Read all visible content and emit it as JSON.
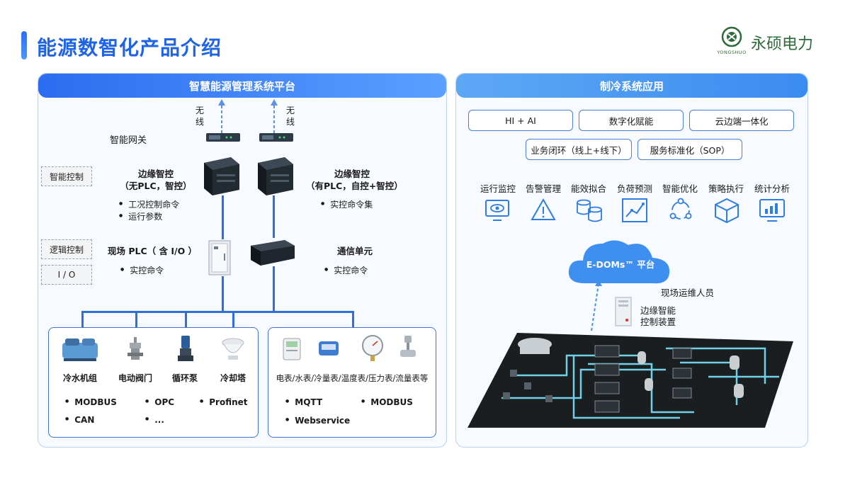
{
  "header": {
    "title": "能源数智化产品介绍",
    "brand_name": "永硕电力",
    "brand_logo_text": "YONGSHUO",
    "accent_color": "#1f63e6",
    "brand_color": "#2f6b3a"
  },
  "left_panel": {
    "title": "智慧能源管理系统平台",
    "wireless_1": "无线",
    "wireless_2": "无线",
    "gateway_label": "智能网关",
    "layer_labels": {
      "smart_control": "智能控制",
      "logic_control": "逻辑控制",
      "io": "I / O"
    },
    "edge_left": {
      "title": "边缘智控",
      "subtitle": "（无PLC，智控）",
      "bullets": [
        "工况控制命令",
        "运行参数"
      ]
    },
    "edge_right": {
      "title": "边缘智控",
      "subtitle": "（有PLC，自控+智控）",
      "bullets": [
        "实控命令集"
      ]
    },
    "plc": {
      "title": "现场 PLC（ 含 I/O ）",
      "bullets": [
        "实控命令"
      ]
    },
    "comm_unit": {
      "title": "通信单元",
      "bullets": [
        "实控命令"
      ]
    },
    "devices_left": {
      "items": [
        "冷水机组",
        "电动阀门",
        "循环泵",
        "冷却塔"
      ],
      "protocols": [
        "MODBUS",
        "OPC",
        "Profinet",
        "CAN",
        "..."
      ]
    },
    "devices_right": {
      "caption": "电表/水表/冷量表/温度表/压力表/流量表等",
      "protocols": [
        "MQTT",
        "MODBUS",
        "Webservice"
      ]
    }
  },
  "right_panel": {
    "title": "制冷系统应用",
    "pills_row1": [
      "HI + AI",
      "数字化赋能",
      "云边端一体化"
    ],
    "pills_row2": [
      "业务闭环（线上+线下）",
      "服务标准化（SOP）"
    ],
    "features": [
      {
        "label": "运行监控",
        "icon": "monitor-eye-icon"
      },
      {
        "label": "告警管理",
        "icon": "warning-triangle-icon"
      },
      {
        "label": "能效拟合",
        "icon": "database-sync-icon"
      },
      {
        "label": "负荷预测",
        "icon": "line-chart-icon"
      },
      {
        "label": "智能优化",
        "icon": "cycle-nodes-icon"
      },
      {
        "label": "策略执行",
        "icon": "cube-icon"
      },
      {
        "label": "统计分析",
        "icon": "bar-chart-monitor-icon"
      }
    ],
    "cloud_label": "E-DOMs™ 平台",
    "staff_label": "现场运维人员",
    "edge_device_label_1": "边缘智能",
    "edge_device_label_2": "控制装置"
  }
}
